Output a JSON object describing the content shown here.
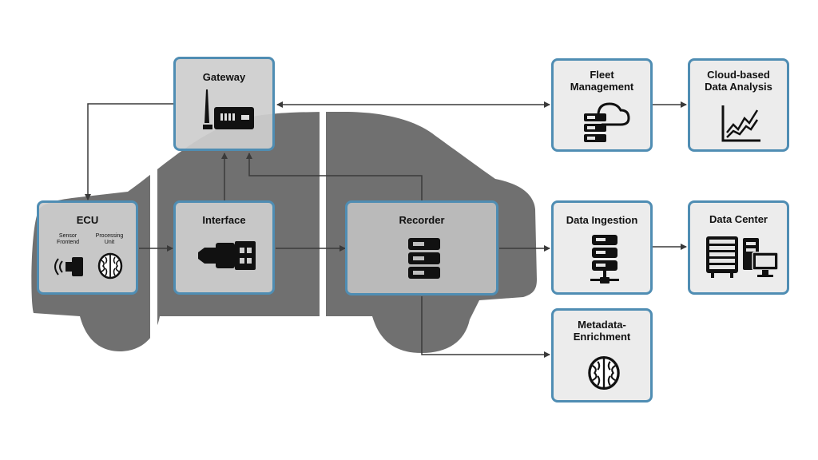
{
  "boxes": {
    "gateway": {
      "title": "Gateway"
    },
    "ecu": {
      "title": "ECU",
      "sensor_label": "Sensor Frontend",
      "processing_label": "Processing Unit"
    },
    "interface": {
      "title": "Interface"
    },
    "recorder": {
      "title": "Recorder"
    },
    "fleet": {
      "title": "Fleet Management"
    },
    "cloud": {
      "title": "Cloud-based Data Analysis"
    },
    "ingestion": {
      "title": "Data Ingestion"
    },
    "datacenter": {
      "title": "Data Center"
    },
    "metadata": {
      "title": "Metadata-Enrichment"
    }
  },
  "icons": {
    "gateway": "router-antenna-icon",
    "sensor": "sensor-icon",
    "processing": "brain-icon",
    "interface": "usb-connector-icon",
    "recorder": "server-stack-icon",
    "fleet": "cloud-server-icon",
    "cloud": "line-chart-icon",
    "ingestion": "server-network-icon",
    "datacenter": "server-rack-computer-icon",
    "metadata": "brain-icon"
  },
  "colors": {
    "box_border": "#4f8db3",
    "car_body": "#707070",
    "connector": "#3a3a3a"
  }
}
